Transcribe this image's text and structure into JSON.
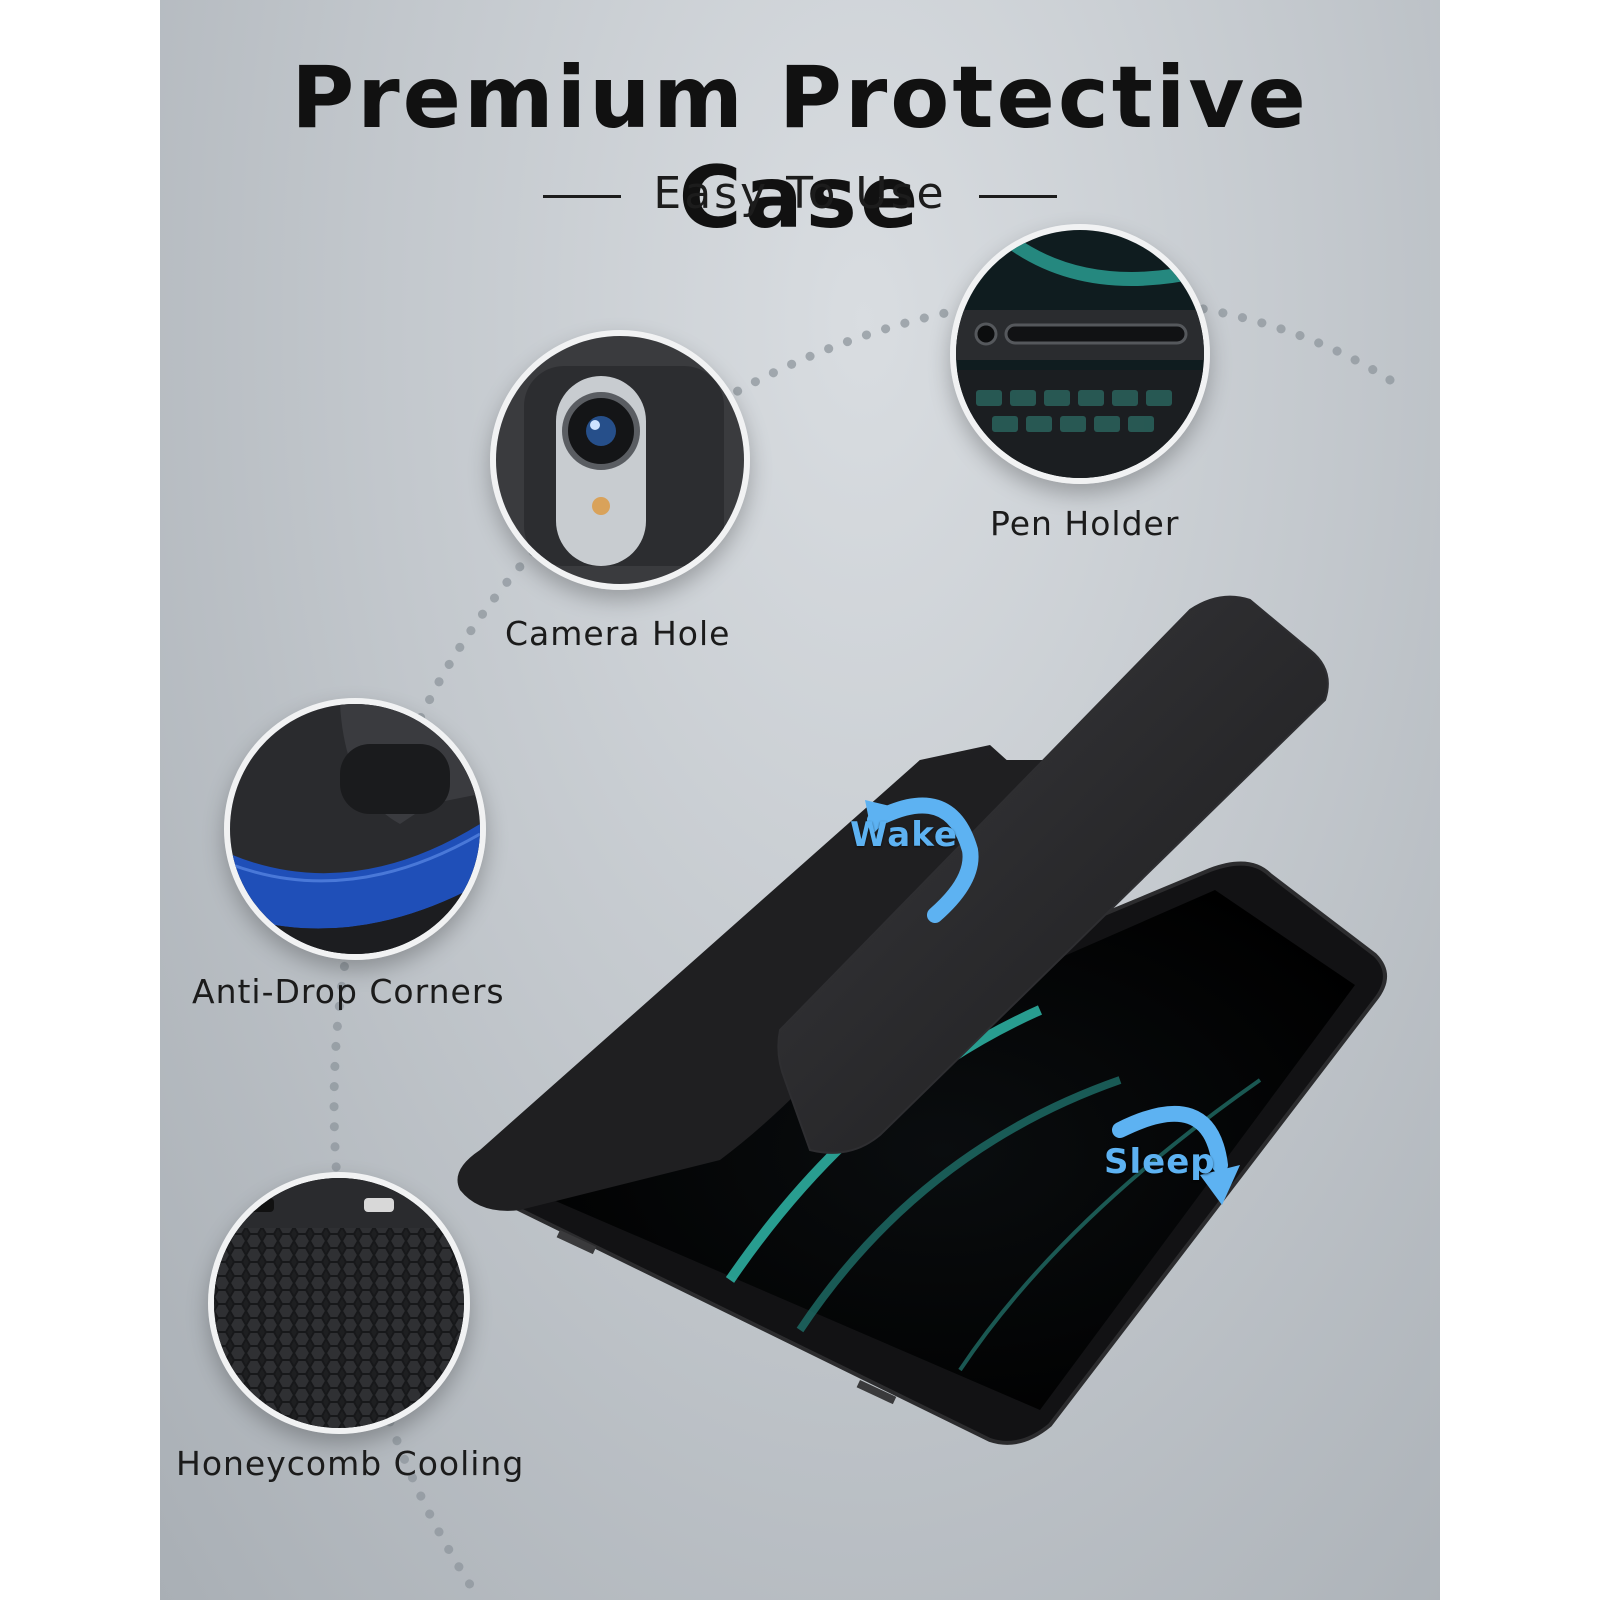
{
  "headline": "Premium Protective Case",
  "subheadline": "Easy To Use",
  "features": {
    "camera_hole": "Camera Hole",
    "pen_holder": "Pen Holder",
    "anti_drop": "Anti-Drop Corners",
    "honeycomb": "Honeycomb Cooling"
  },
  "actions": {
    "wake": "Wake",
    "sleep": "Sleep"
  },
  "icons": [
    "arrow-wake-icon",
    "arrow-sleep-icon"
  ],
  "colors": {
    "accent_blue": "#5db2f2",
    "case_black": "#1c1c1e",
    "screen_teal": "#2fb7a8",
    "corner_blue": "#1f4fb8"
  }
}
